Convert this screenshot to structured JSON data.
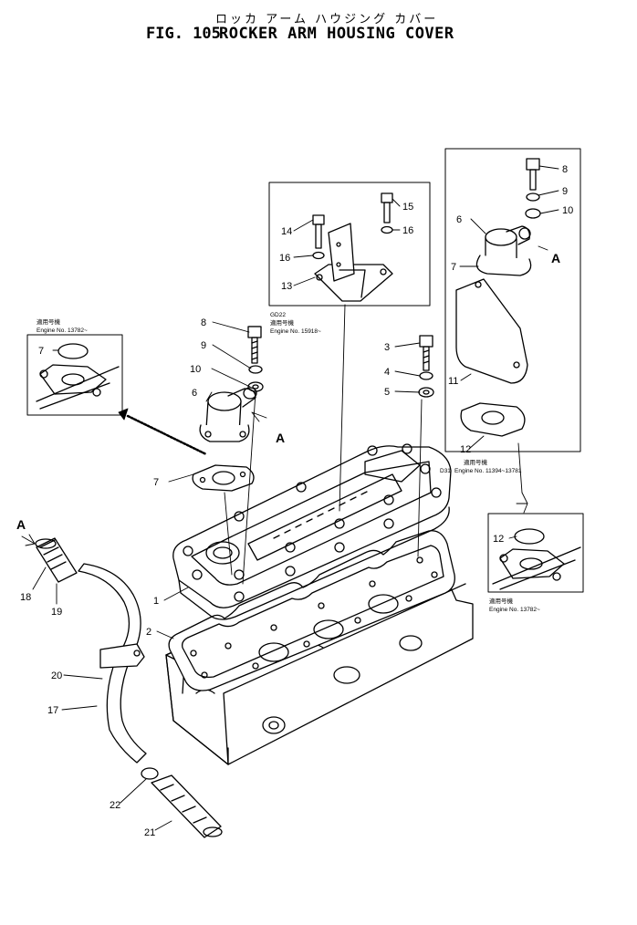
{
  "header": {
    "japanese_title": "ロッカ アーム ハウジング カバー",
    "fig_label": "FIG. 105",
    "english_title": "ROCKER ARM HOUSING COVER"
  },
  "part_numbers": {
    "p1": "1",
    "p2": "2",
    "p3": "3",
    "p4": "4",
    "p5": "5",
    "p6": "6",
    "p7": "7",
    "p8": "8",
    "p9": "9",
    "p10": "10",
    "p11": "11",
    "p12": "12",
    "p13": "13",
    "p14": "14",
    "p15": "15",
    "p16": "16",
    "p17": "17",
    "p18": "18",
    "p19": "19",
    "p20": "20",
    "p21": "21",
    "p22": "22"
  },
  "view_marker": "A",
  "notes": {
    "applicable_jp": "適用号機",
    "engine_13782": "Engine No. 13782~",
    "gd22": "GD22",
    "engine_15918": "Engine No. 15918~",
    "d31": "D31",
    "engine_11394_13781": "Engine No. 11394~13781"
  }
}
